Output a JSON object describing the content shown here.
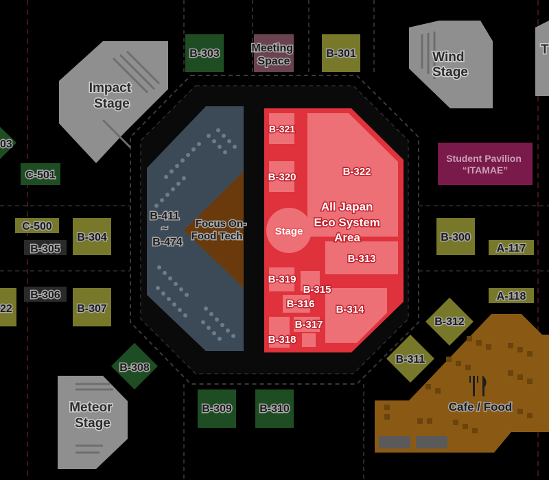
{
  "colors": {
    "background": "#000000",
    "walkway": "#111111",
    "stage_gray": "#8f8f8f",
    "booth_dark_green": "#1e4d24",
    "booth_olive": "#77782a",
    "booth_red_highlight": "#e0323c",
    "focus_area_blue": "#3c4a58",
    "food_tech_brown": "#6a3a0c",
    "cafe_orange": "#8a5a14",
    "student_pavilion": "#7a1a4a",
    "meeting_space": "#6b4250"
  },
  "stages": {
    "impact": "Impact\nStage",
    "wind": "Wind\nStage",
    "meteor": "Meteor\nStage",
    "inner": "Stage"
  },
  "areas": {
    "all_japan": "All Japan\nEco System\nArea",
    "focus_on_food_tech": "Focus On-\nFood Tech",
    "b411_474": "B-411\n~\nB-474",
    "student_pavilion": "Student Pavilion\n“ITAMAE”",
    "meeting_space": "Meeting\nSpace",
    "cafe_food": "Cafe / Food"
  },
  "booths": {
    "b303": "B-303",
    "b301": "B-301",
    "b321": "B-321",
    "b320": "B-320",
    "b322": "B-322",
    "b319": "B-319",
    "b315": "B-315",
    "b316": "B-316",
    "b314": "B-314",
    "b317": "B-317",
    "b318": "B-318",
    "b313": "B-313",
    "b300": "B-300",
    "a117": "A-117",
    "a118": "A-118",
    "b312": "B-312",
    "b311": "B-311",
    "b304": "B-304",
    "b305": "B-305",
    "b306": "B-306",
    "b307": "B-307",
    "b308": "B-308",
    "b309": "B-309",
    "b310": "B-310",
    "c501": "C-501",
    "c500": "C-500",
    "edge_03": "03",
    "edge_22": "22",
    "edge_t": "T"
  }
}
